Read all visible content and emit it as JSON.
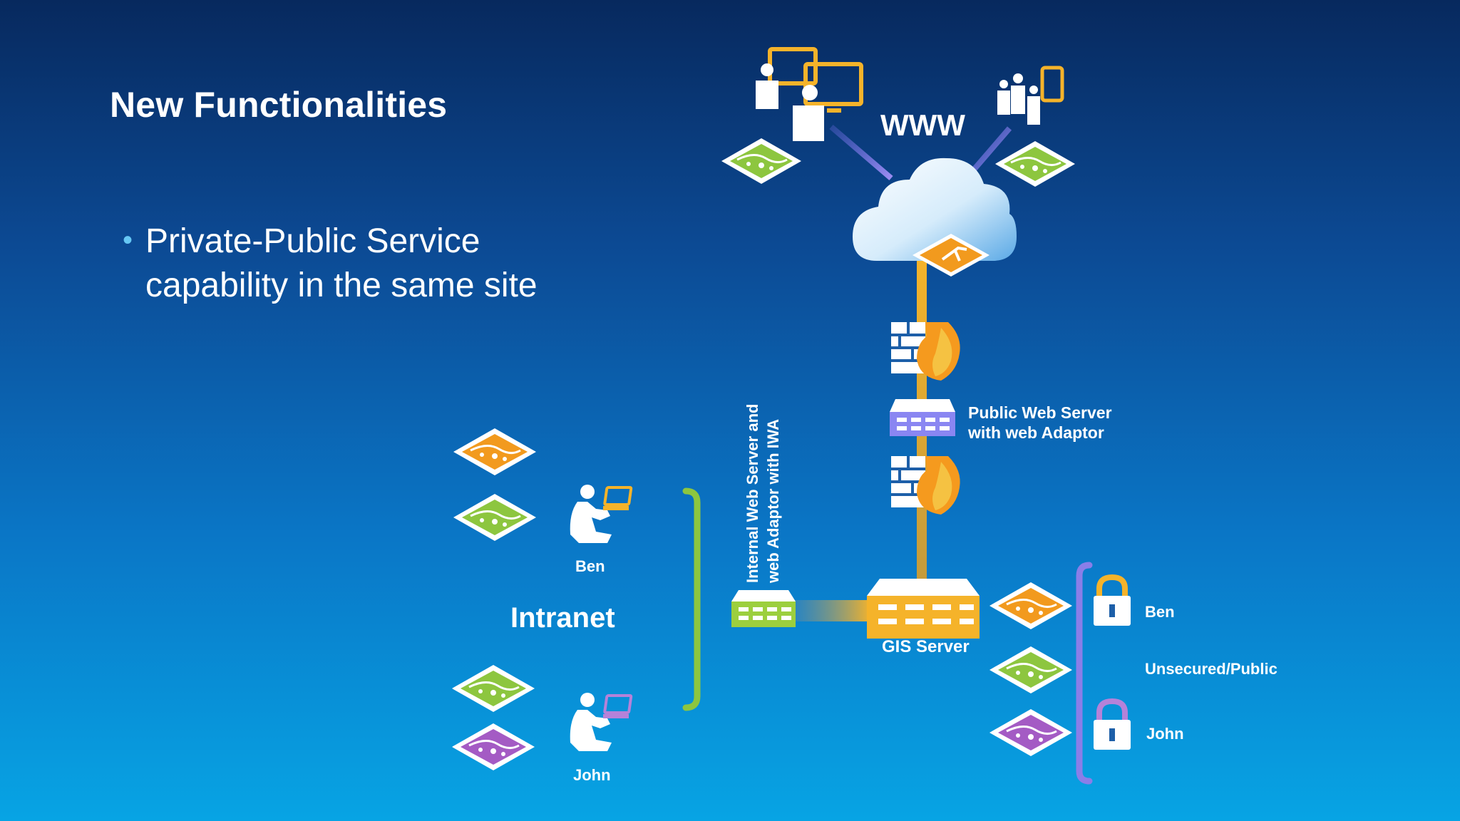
{
  "title": "New Functionalities",
  "bullet": {
    "line1": "Private-Public Service",
    "line2": "capability in the same site"
  },
  "labels": {
    "www": "WWW",
    "public_web_server_line1": "Public Web Server",
    "public_web_server_line2": "with web Adaptor",
    "internal_web_server_line1": "Internal Web Server  and",
    "internal_web_server_line2": "web Adaptor with IWA",
    "gis_server": "GIS Server",
    "intranet": "Intranet",
    "user_ben": "Ben",
    "user_john": "John",
    "access_ben": "Ben",
    "access_public": "Unsecured/Public",
    "access_john": "John"
  },
  "colors": {
    "orange_service": "#f29a1e",
    "green_service": "#8dc63f",
    "purple_service": "#a45bc4",
    "gis_server": "#f5b32a",
    "web_server": "#8a86f2",
    "internal_server": "#9ccf3e",
    "lock_gold": "#f5b32a",
    "lock_purple": "#b582d9"
  },
  "icons": [
    "monitor-icon",
    "person-icon",
    "mobile-device-icon",
    "cloud-icon",
    "firewall-icon",
    "server-icon",
    "lock-icon",
    "map-service-icon",
    "laptop-user-icon"
  ]
}
